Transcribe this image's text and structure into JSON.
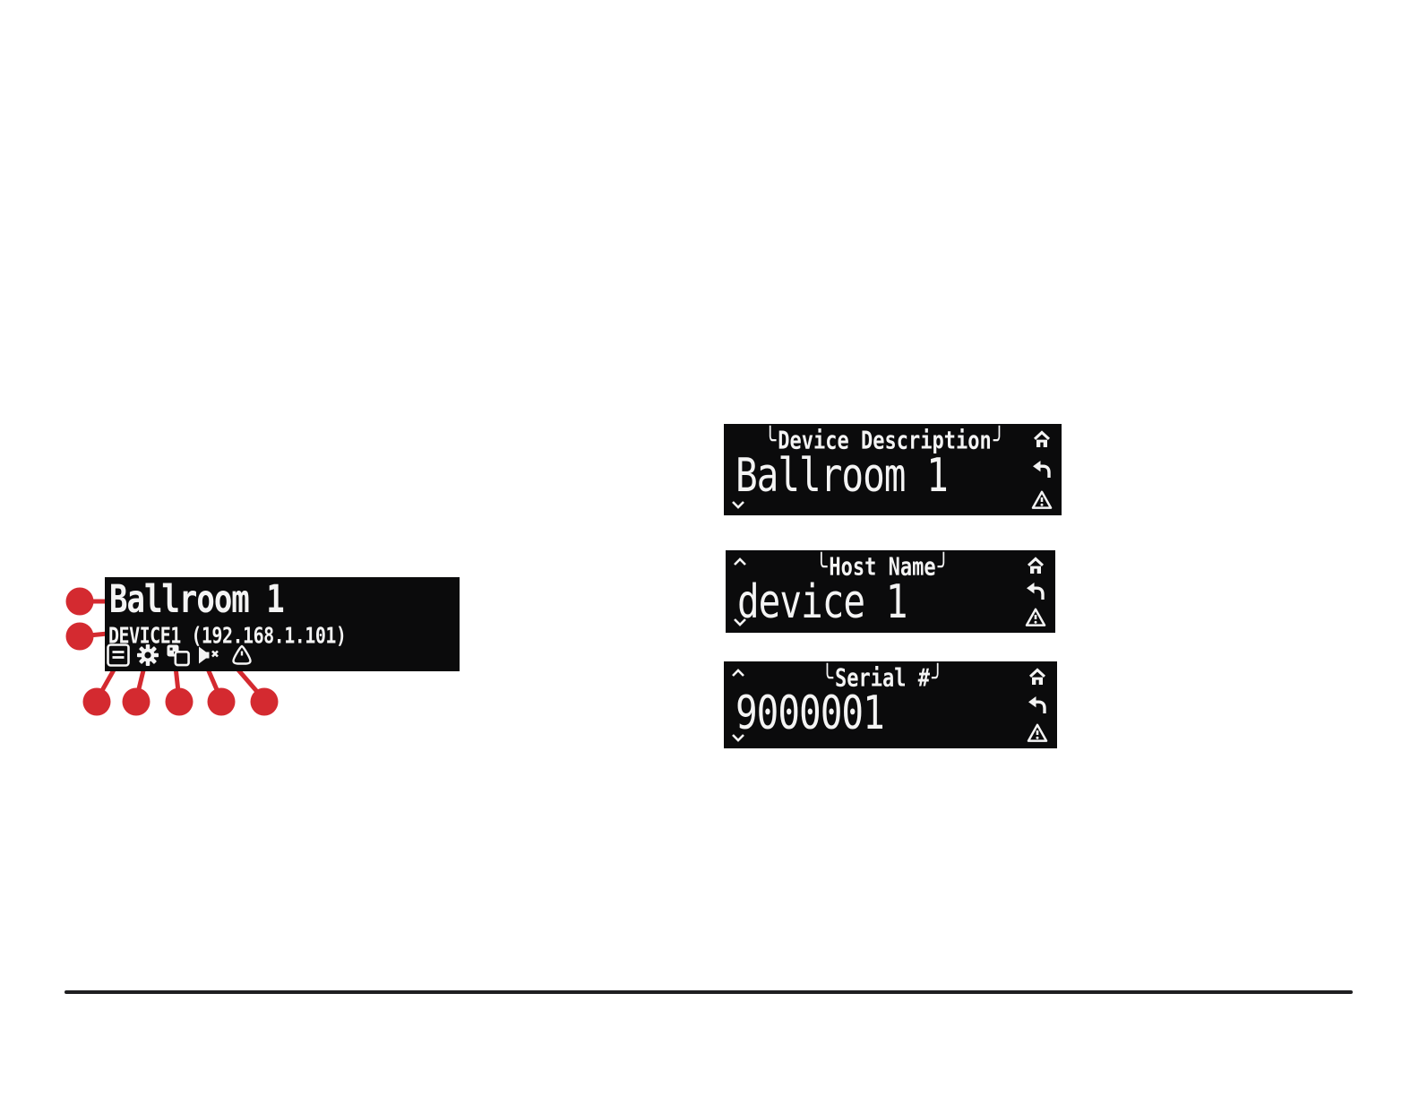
{
  "page": {
    "background_color": "#ffffff",
    "divider_color": "#1f1f21"
  },
  "lcd": {
    "background_color": "#0b0b0c",
    "text_color": "#f4f4f4"
  },
  "callout_color": "#d42a30",
  "home_screen": {
    "device_description": "Ballroom 1",
    "device_id_line": "DEVICE1 (192.168.1.101)",
    "status_icons": [
      "menu-icon",
      "settings-gear-icon",
      "network-devices-icon",
      "audio-mute-icon",
      "alert-icon"
    ]
  },
  "decor": {
    "bracket_left": "╰",
    "bracket_right": "╯"
  },
  "menu_screens": [
    {
      "title": "Device Description",
      "value": "Ballroom 1"
    },
    {
      "title": "Host Name",
      "value": "device 1"
    },
    {
      "title": "Serial #",
      "value": "9000001"
    }
  ]
}
